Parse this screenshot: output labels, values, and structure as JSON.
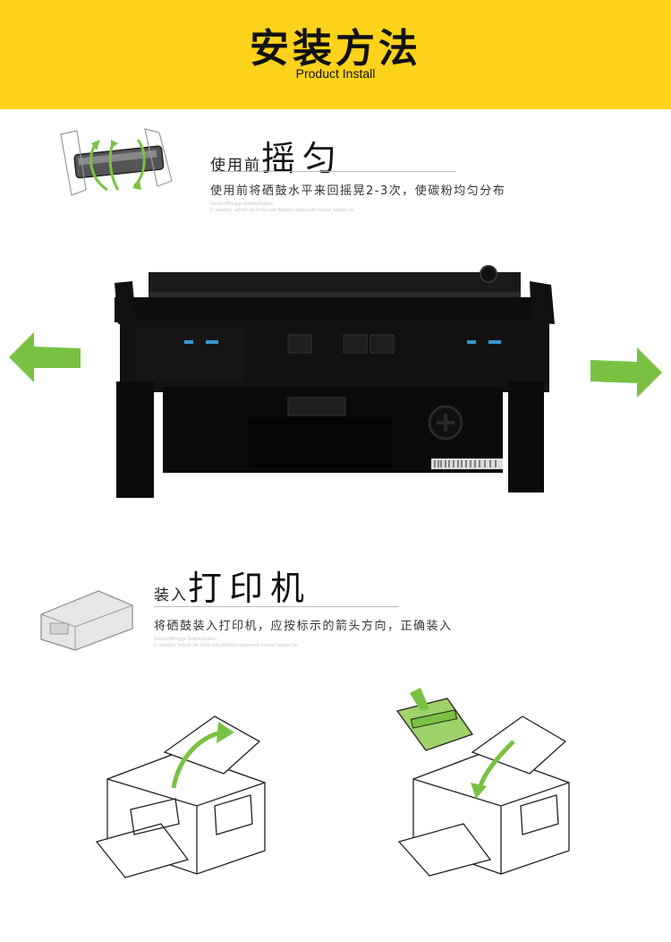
{
  "header": {
    "title": "安装方法",
    "subtitle": "Product Install"
  },
  "colors": {
    "header_bg": "#fcd21a",
    "arrow_green": "#7ac143"
  },
  "step1": {
    "prefix": "使用前",
    "title": "摇匀",
    "description": "使用前将硒鼓水平来回摇晃2-3次，使碳粉均匀分布",
    "fine_line1": "Steuern/Bringge Motionsfaaken",
    "fine_line2": "2. sekelten: schreit die Finito walt,Wildone spaereede Fowest Sparen Se"
  },
  "step2": {
    "prefix": "装入",
    "title": "打印机",
    "description": "将硒鼓装入打印机，应按标示的箭头方向，正确装入",
    "fine_line1": "Steuern/Bringge Motionsfaaken",
    "fine_line2": "2. sekelten: schreit die Finito walt,Wildone spaereede Fowest Sparen Se"
  },
  "icons": {
    "left": "arrow-left-icon",
    "right": "arrow-right-icon"
  }
}
